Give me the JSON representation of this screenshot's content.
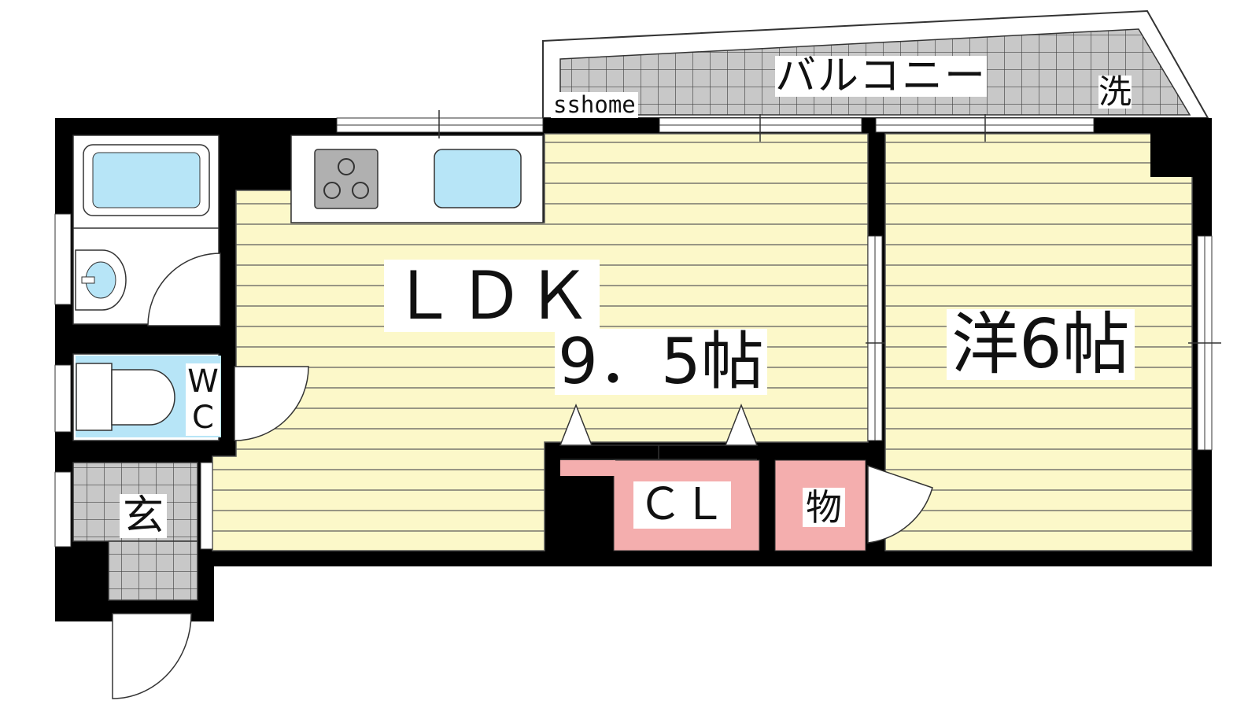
{
  "rooms": {
    "ldk_label": "ＬＤＫ",
    "ldk_size": "9．5帖",
    "western_room": "洋6帖",
    "balcony": "バルコニー",
    "washer": "洗",
    "wc": "WC",
    "closet": "ＣＬ",
    "storage": "物",
    "entrance": "玄"
  },
  "watermark": "sshome",
  "colors": {
    "floor": "#fcf8c9",
    "wall": "#000000",
    "tile": "#c8c8c8",
    "fixture_blue": "#b7e5f7",
    "closet_pink": "#f4aeae"
  }
}
